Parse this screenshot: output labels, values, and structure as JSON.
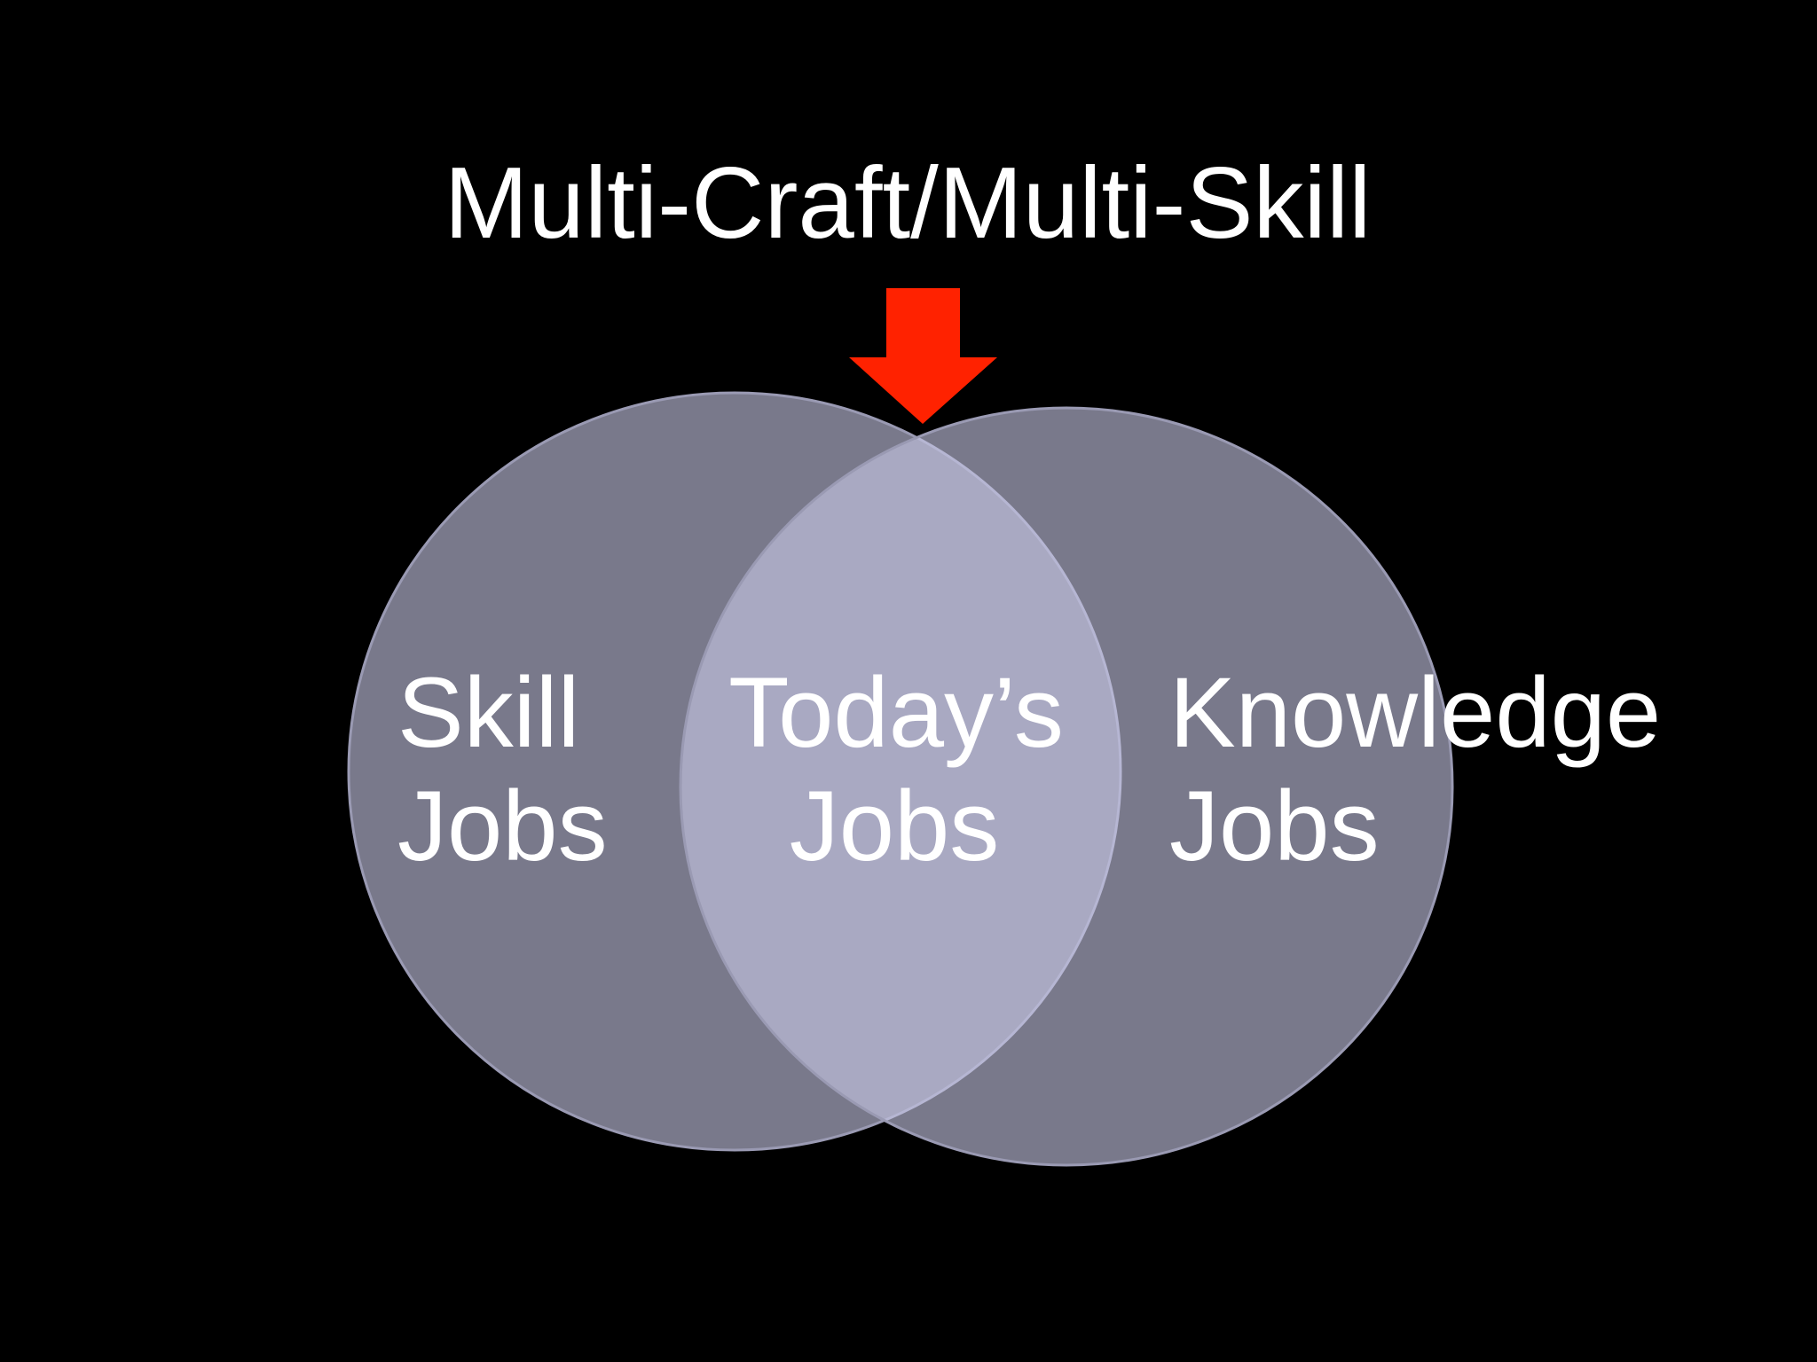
{
  "slide": {
    "title": "Multi-Craft/Multi-Skill",
    "colors": {
      "background": "#000000",
      "circle_fill": "#c9c9e8",
      "circle_stroke": "#9a9ab3",
      "arrow": "#ff2200",
      "text": "#ffffff"
    },
    "arrow_icon": "down-arrow-icon",
    "left_circle": {
      "line1": "Skill",
      "line2": "Jobs"
    },
    "overlap": {
      "line1": "Today’s",
      "line2": "Jobs"
    },
    "right_circle": {
      "line1": "Knowledge",
      "line2": "Jobs"
    }
  }
}
